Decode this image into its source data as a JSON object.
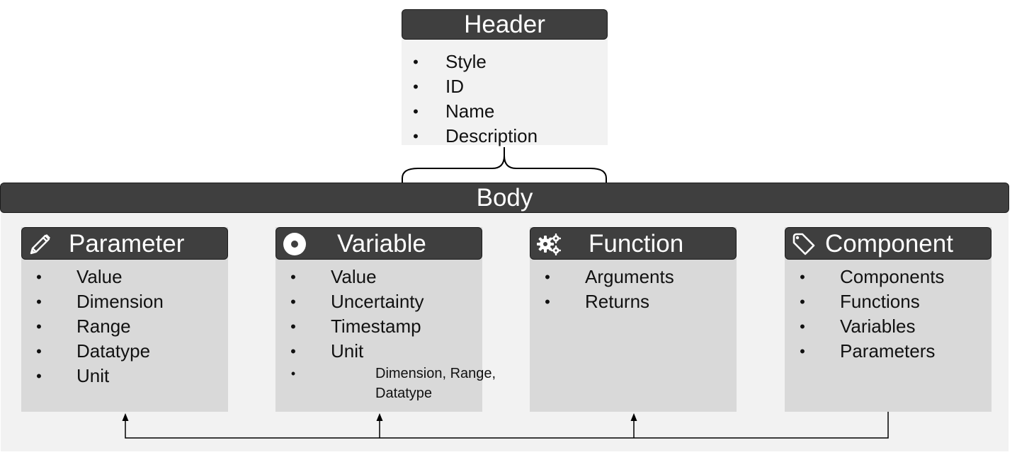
{
  "header": {
    "title": "Header",
    "items": [
      "Style",
      "ID",
      "Name",
      "Description"
    ]
  },
  "body": {
    "title": "Body"
  },
  "cards": [
    {
      "title": "Parameter",
      "icon": "pencil-icon",
      "items": [
        "Value",
        "Dimension",
        "Range",
        "Datatype",
        "Unit"
      ]
    },
    {
      "title": "Variable",
      "icon": "disc-icon",
      "items": [
        "Value",
        "Uncertainty",
        "Timestamp",
        "Unit"
      ],
      "small_item": "Dimension, Range, Datatype"
    },
    {
      "title": "Function",
      "icon": "gears-icon",
      "items": [
        "Arguments",
        "Returns"
      ]
    },
    {
      "title": "Component",
      "icon": "tag-icon",
      "items": [
        "Components",
        "Functions",
        "Variables",
        "Parameters"
      ]
    }
  ],
  "colors": {
    "title_bar": "#3f3f3f",
    "title_text": "#ffffff",
    "panel_light": "#f2f2f2",
    "card_fill": "#d9d9d9",
    "line": "#000000"
  }
}
